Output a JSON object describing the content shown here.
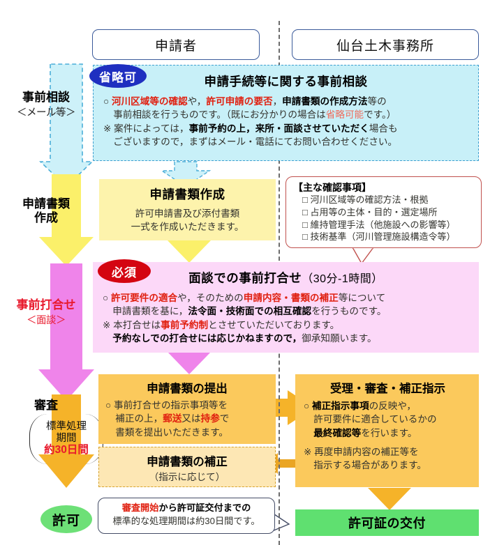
{
  "lanes": {
    "applicant": "申請者",
    "office": "仙台土木事務所"
  },
  "rail": [
    {
      "label": "事前相談",
      "sub": "＜メール等＞",
      "red": false
    },
    {
      "label": "申請書類",
      "label2": "作成",
      "sub": "",
      "red": false
    },
    {
      "label": "事前打合せ",
      "sub": "＜面談＞",
      "red": true
    },
    {
      "label": "審査",
      "sub": "",
      "red": false
    }
  ],
  "bracket": {
    "line1": "標準処理",
    "line2": "期間",
    "line3": "約30日間"
  },
  "badges": {
    "omit": "省略可",
    "required": "必須",
    "permit": "許可"
  },
  "step_consult": {
    "title": "申請手続等に関する事前相談",
    "l1_a": "○ ",
    "l1_red1": "河川区域等の確認",
    "l1_b": "や，",
    "l1_red2": "許可申請の要否",
    "l1_c": "，",
    "l1_bold": "申請書類の作成方法",
    "l1_d": "等の",
    "l2_a": "事前相談を行うものです。（既にお分かりの場合は",
    "l2_red": "省略可能",
    "l2_b": "です。）",
    "l3_a": "※ 案件によっては，",
    "l3_bold": "事前予約の上，来所・面談させていただく",
    "l3_b": "場合も",
    "l4": "ございますので，まずはメール・電話にてお問い合わせください。"
  },
  "step_prepare": {
    "title": "申請書類作成",
    "line1": "許可申請書及び添付書類",
    "line2": "一式を作成いただきます。"
  },
  "checklist": {
    "title": "【主な確認事項】",
    "items": [
      "□ 河川区域等の確認方法・根拠",
      "□ 占用等の主体・目的・選定場所",
      "□ 維持管理手法（他施設への影響等）",
      "□ 技術基準（河川管理施設構造令等）"
    ]
  },
  "step_meeting": {
    "title": "面談での事前打合せ",
    "title_note": "（30分-1時間）",
    "l1_a": "○ ",
    "l1_red1": "許可要件の適合",
    "l1_b": "や，そのための",
    "l1_red2": "申請内容・書類の補正",
    "l1_c": "等について",
    "l2_a": "申請書類を基に，",
    "l2_bold": "法令面・技術面での相互確認",
    "l2_b": "を行うものです。",
    "l3_a": "※ 本打合せは",
    "l3_red": "事前予約制",
    "l3_b": "とさせていただいております。",
    "l4_bold": "予約なしでの打合せには応じかねますので，",
    "l4_b": "御承知願います。"
  },
  "step_submit": {
    "title": "申請書類の提出",
    "l1": "○ 事前打合せの指示事項等を",
    "l2_a": "補正の上，",
    "l2_red1": "郵送",
    "l2_b": "又は",
    "l2_red2": "持参",
    "l2_c": "で",
    "l3": "書類を提出いただきます。"
  },
  "step_amend": {
    "title": "申請書類の補正",
    "sub": "（指示に応じて）"
  },
  "step_review": {
    "title": "受理・審査・補正指示",
    "l1_a": "○ ",
    "l1_bold": "補正指示事項",
    "l1_b": "の反映や，",
    "l2": "許可要件に適合しているかの",
    "l3_bold": "最終確認等",
    "l3_b": "を行います。",
    "l4": "※ 再度申請内容の補正等を",
    "l5": "指示する場合があります。"
  },
  "note_callout": {
    "red": "審査開始",
    "rest": "から許可証交付までの",
    "line2": "標準的な処理期間は約30日間です。"
  },
  "step_issue": {
    "title": "許可証の交付"
  },
  "colors": {
    "cyan_fill": "#c8f0f8",
    "cyan_border": "#3f9fd0",
    "yellow_fill": "#fdf3ac",
    "yellow_arrow": "#fbf06a",
    "pink_fill": "#fcd8f8",
    "pink_arrow": "#ef84ea",
    "orange_fill": "#fbc95c",
    "orange_light": "#fde7b4",
    "orange_arrow": "#f5b329",
    "green_fill": "#5fe070",
    "badge_blue": "#1f2fc0",
    "badge_red": "#d40511",
    "accent_red": "#e02010",
    "lane_border": "#3a5a9a"
  }
}
